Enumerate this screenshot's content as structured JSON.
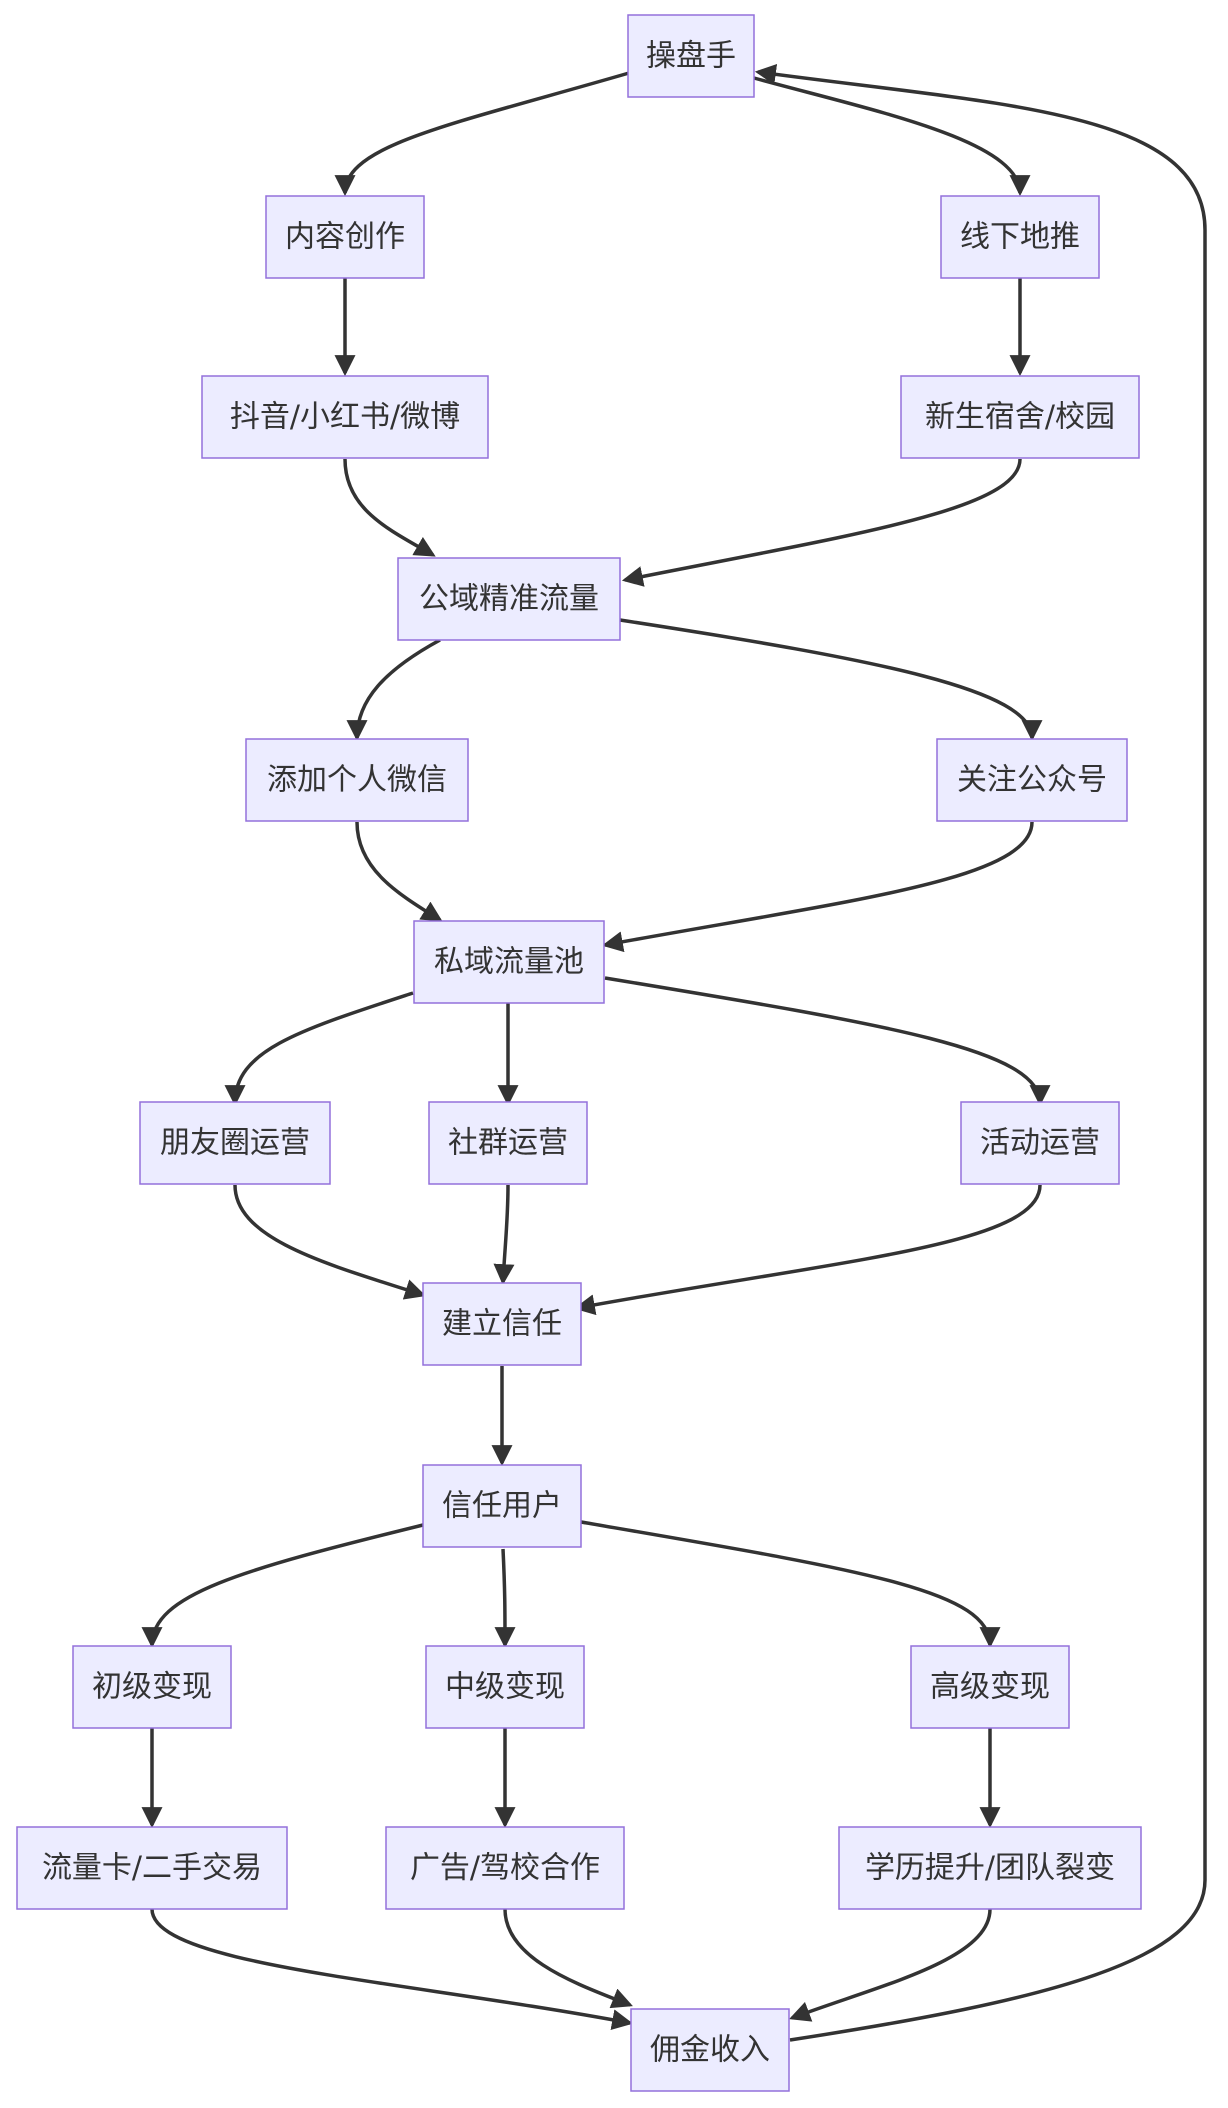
{
  "nodes": [
    {
      "id": "operator",
      "label": "操盘手"
    },
    {
      "id": "content",
      "label": "内容创作"
    },
    {
      "id": "offline",
      "label": "线下地推"
    },
    {
      "id": "platforms",
      "label": "抖音/小红书/微博"
    },
    {
      "id": "campus",
      "label": "新生宿舍/校园"
    },
    {
      "id": "public",
      "label": "公域精准流量"
    },
    {
      "id": "wechat",
      "label": "添加个人微信"
    },
    {
      "id": "follow",
      "label": "关注公众号"
    },
    {
      "id": "private",
      "label": "私域流量池"
    },
    {
      "id": "moments",
      "label": "朋友圈运营"
    },
    {
      "id": "community",
      "label": "社群运营"
    },
    {
      "id": "events",
      "label": "活动运营"
    },
    {
      "id": "trust",
      "label": "建立信任"
    },
    {
      "id": "trusted",
      "label": "信任用户"
    },
    {
      "id": "basic",
      "label": "初级变现"
    },
    {
      "id": "mid",
      "label": "中级变现"
    },
    {
      "id": "adv",
      "label": "高级变现"
    },
    {
      "id": "basic_items",
      "label": "流量卡/二手交易"
    },
    {
      "id": "mid_items",
      "label": "广告/驾校合作"
    },
    {
      "id": "adv_items",
      "label": "学历提升/团队裂变"
    },
    {
      "id": "commission",
      "label": "佣金收入"
    }
  ],
  "edges": [
    {
      "from": "operator",
      "to": "content"
    },
    {
      "from": "operator",
      "to": "offline"
    },
    {
      "from": "content",
      "to": "platforms"
    },
    {
      "from": "offline",
      "to": "campus"
    },
    {
      "from": "platforms",
      "to": "public"
    },
    {
      "from": "campus",
      "to": "public"
    },
    {
      "from": "public",
      "to": "wechat"
    },
    {
      "from": "public",
      "to": "follow"
    },
    {
      "from": "wechat",
      "to": "private"
    },
    {
      "from": "follow",
      "to": "private"
    },
    {
      "from": "private",
      "to": "moments"
    },
    {
      "from": "private",
      "to": "community"
    },
    {
      "from": "private",
      "to": "events"
    },
    {
      "from": "moments",
      "to": "trust"
    },
    {
      "from": "community",
      "to": "trust"
    },
    {
      "from": "events",
      "to": "trust"
    },
    {
      "from": "trust",
      "to": "trusted"
    },
    {
      "from": "trusted",
      "to": "basic"
    },
    {
      "from": "trusted",
      "to": "mid"
    },
    {
      "from": "trusted",
      "to": "adv"
    },
    {
      "from": "basic",
      "to": "basic_items"
    },
    {
      "from": "mid",
      "to": "mid_items"
    },
    {
      "from": "adv",
      "to": "adv_items"
    },
    {
      "from": "basic_items",
      "to": "commission"
    },
    {
      "from": "mid_items",
      "to": "commission"
    },
    {
      "from": "adv_items",
      "to": "commission"
    },
    {
      "from": "commission",
      "to": "operator"
    }
  ]
}
